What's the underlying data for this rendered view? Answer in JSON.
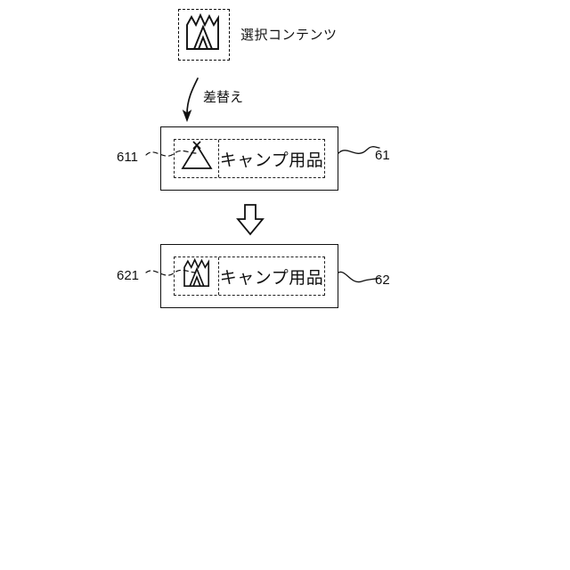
{
  "figure": {
    "type": "patent-diagram",
    "background_color": "#ffffff",
    "line_color": "#111111"
  },
  "selected_content": {
    "label": "選択コンテンツ",
    "icon_name": "tent-flame-icon",
    "border_style": "dashed"
  },
  "replace_step": {
    "label": "差替え",
    "arrow_name": "curved-down-arrow"
  },
  "banner_before": {
    "reference_left": "611",
    "reference_right": "61",
    "icon_name": "plain-triangle-tent-icon",
    "text": "キャンプ用品"
  },
  "transition": {
    "arrow_name": "block-down-arrow"
  },
  "banner_after": {
    "reference_left": "621",
    "reference_right": "62",
    "icon_name": "tent-flame-icon",
    "text": "キャンプ用品"
  }
}
